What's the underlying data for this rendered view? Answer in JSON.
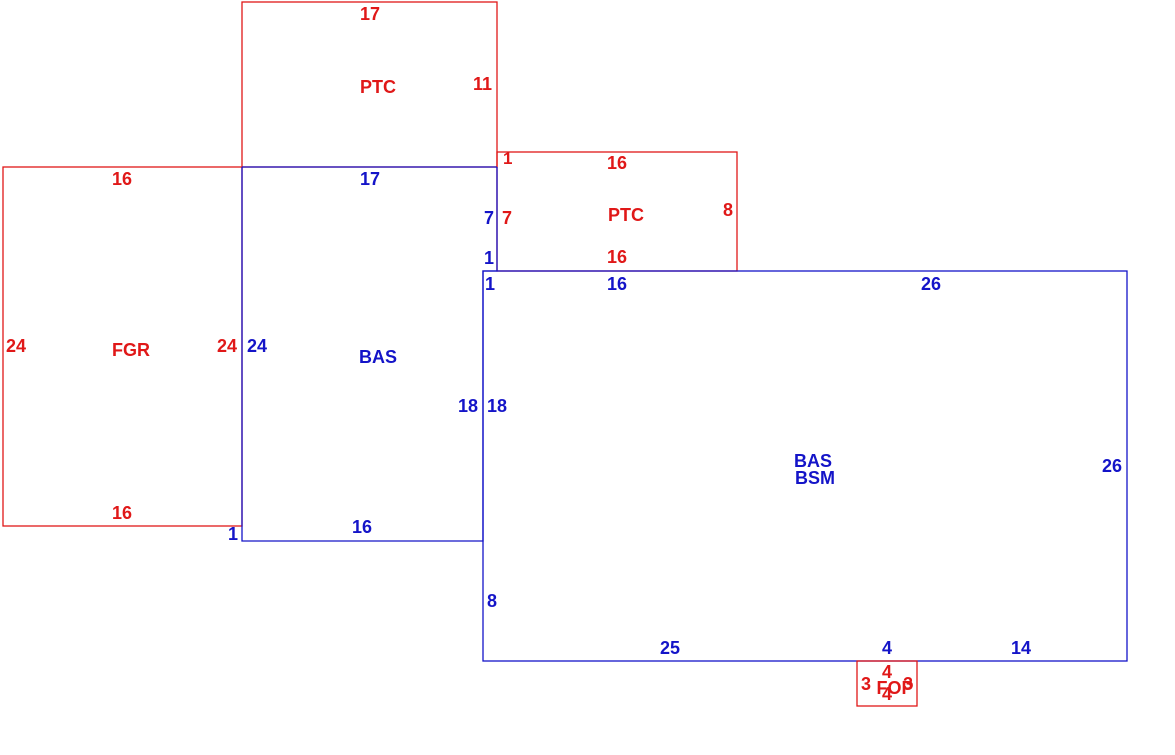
{
  "colors": {
    "red": "#e01818",
    "blue": "#1414c8"
  },
  "areas": {
    "fgr": {
      "label": "FGR",
      "top": "16",
      "bottom": "16",
      "left": "24",
      "right": "24",
      "corner": "1"
    },
    "bas_left": {
      "label": "BAS",
      "top": "17",
      "bottom": "16",
      "left": "24",
      "right": "18",
      "side7": "7",
      "side1": "1"
    },
    "ptc_top": {
      "label": "PTC",
      "top": "17",
      "right": "11"
    },
    "ptc_mid": {
      "label": "PTC",
      "top": "16",
      "bottom": "16",
      "left": "7",
      "right": "8",
      "corner": "1"
    },
    "bas_main": {
      "label1": "BAS",
      "label2": "BSM",
      "top_a": "1",
      "top_b": "16",
      "top_c": "26",
      "left_a": "18",
      "left_b": "8",
      "right": "26",
      "bottom_a": "25",
      "bottom_b": "4",
      "bottom_c": "14"
    },
    "fop": {
      "label": "FOP",
      "top": "4",
      "bottom": "4",
      "left": "3",
      "right": "3"
    }
  }
}
